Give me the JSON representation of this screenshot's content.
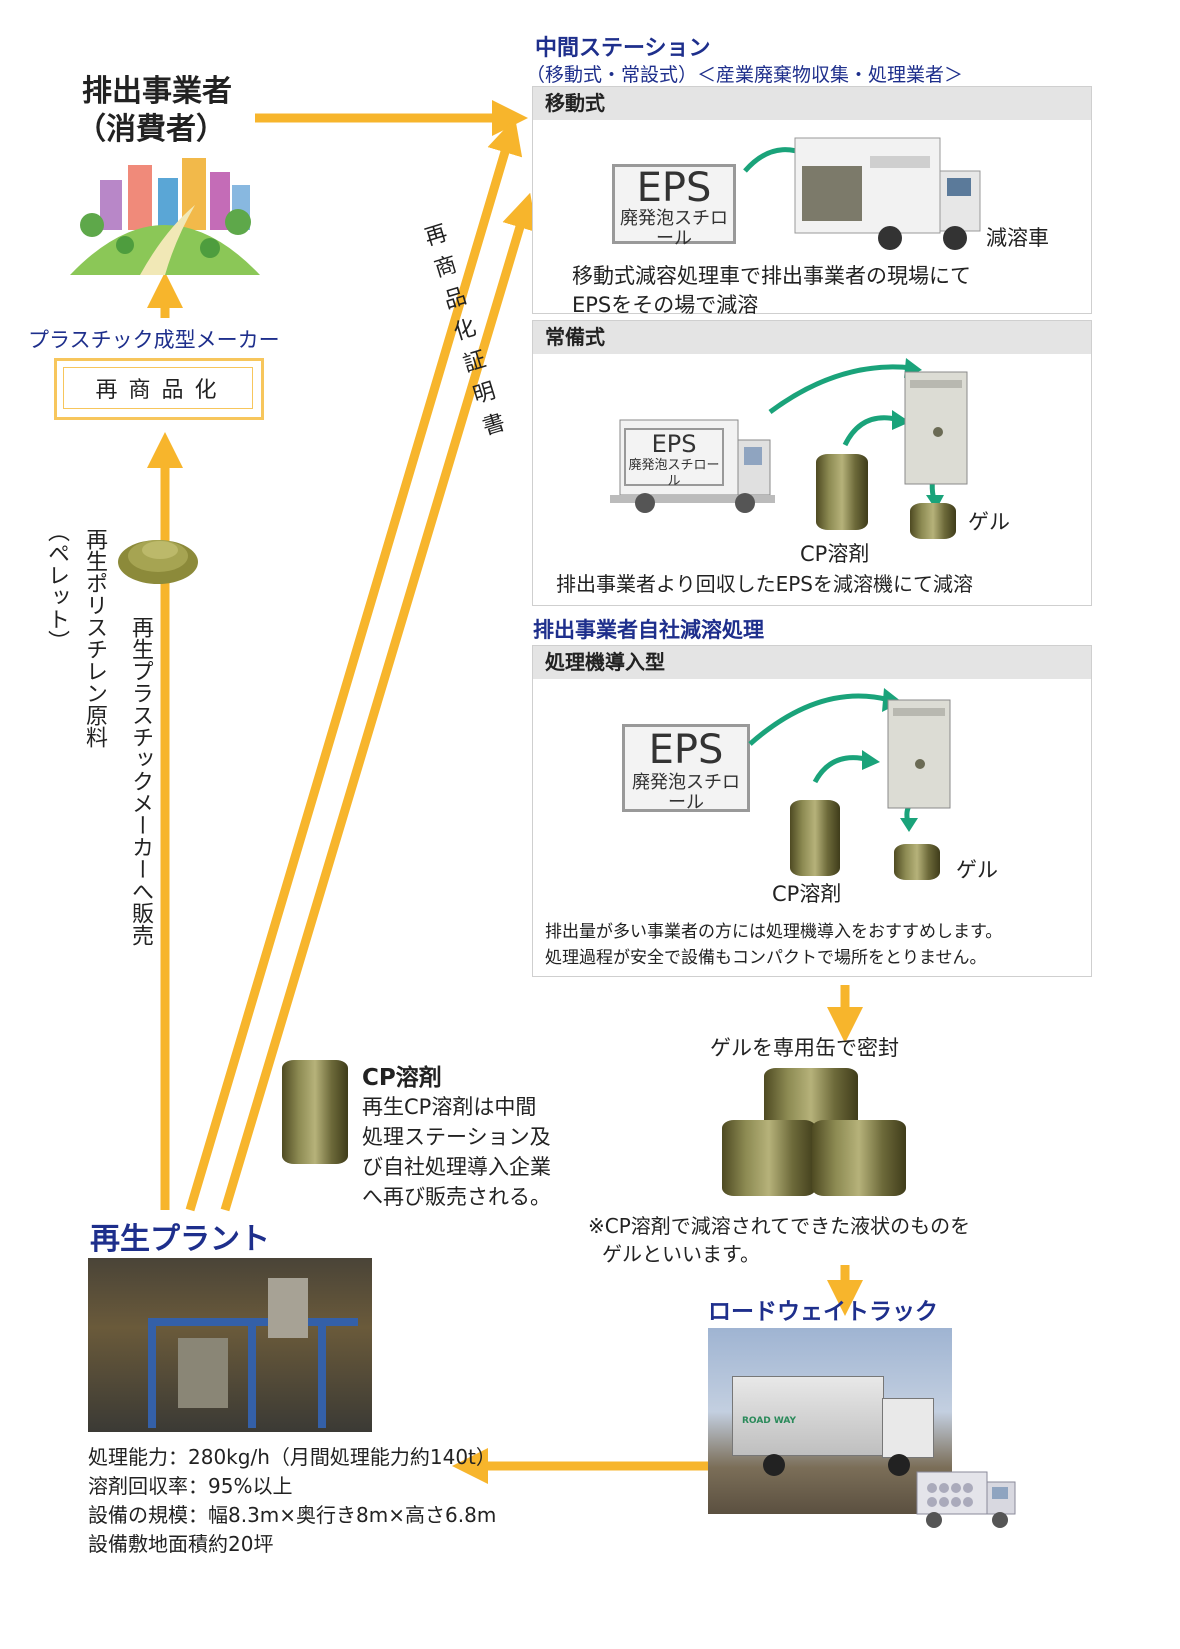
{
  "emitter": {
    "title": "排出事業者",
    "subtitle": "（消費者）"
  },
  "molder": {
    "label": "プラスチック成型メーカー",
    "box": "再 商 品 化"
  },
  "vertical": {
    "pellet": "（ペレット）",
    "recycled_ps": "再生ポリスチレン原料",
    "sold_to": "再生プラスチックメーカーへ販売",
    "certificate": "再商品化証明書"
  },
  "station": {
    "title": "中間ステーション",
    "subtitle": "（移動式・常設式）＜産業廃棄物収集・処理業者＞",
    "mobile": {
      "head": "移動式",
      "truck_label": "減溶車",
      "desc1": "移動式減容処理車で排出事業者の現場にて",
      "desc2": "EPSをその場で減溶"
    },
    "fixed": {
      "head": "常備式",
      "gel": "ゲル",
      "cp": "CP溶剤",
      "desc": "排出事業者より回収したEPSを減溶機にて減溶"
    }
  },
  "inhouse": {
    "title": "排出事業者自社減溶処理",
    "head": "処理機導入型",
    "gel": "ゲル",
    "cp": "CP溶剤",
    "desc1": "排出量が多い事業者の方には処理機導入をおすすめします。",
    "desc2": "処理過程が安全で設備もコンパクトで場所をとりません。"
  },
  "eps": {
    "big": "EPS",
    "small": "廃発泡スチロール"
  },
  "gel_seal": "ゲルを専用缶で密封",
  "gel_note1": "※CP溶剤で減溶されてできた液状のものを",
  "gel_note2": "ゲルといいます。",
  "roadway": {
    "title": "ロードウェイトラック",
    "truck_logo": "ROAD WAY"
  },
  "cp_solvent": {
    "title": "CP溶剤",
    "lines": [
      "再生CP溶剤は中間",
      "処理ステーション及",
      "び自社処理導入企業",
      "へ再び販売される。"
    ]
  },
  "plant": {
    "title": "再生プラント",
    "specs": [
      "処理能力：280kg/h（月間処理能力約140t）",
      "溶剤回収率：95%以上",
      "設備の規模：幅8.3m×奥行き8m×高さ6.8m",
      "設備敷地面積約20坪"
    ]
  },
  "colors": {
    "arrow": "#f7b52c",
    "navy": "#1e2f8c",
    "teal": "#1aa37a"
  }
}
